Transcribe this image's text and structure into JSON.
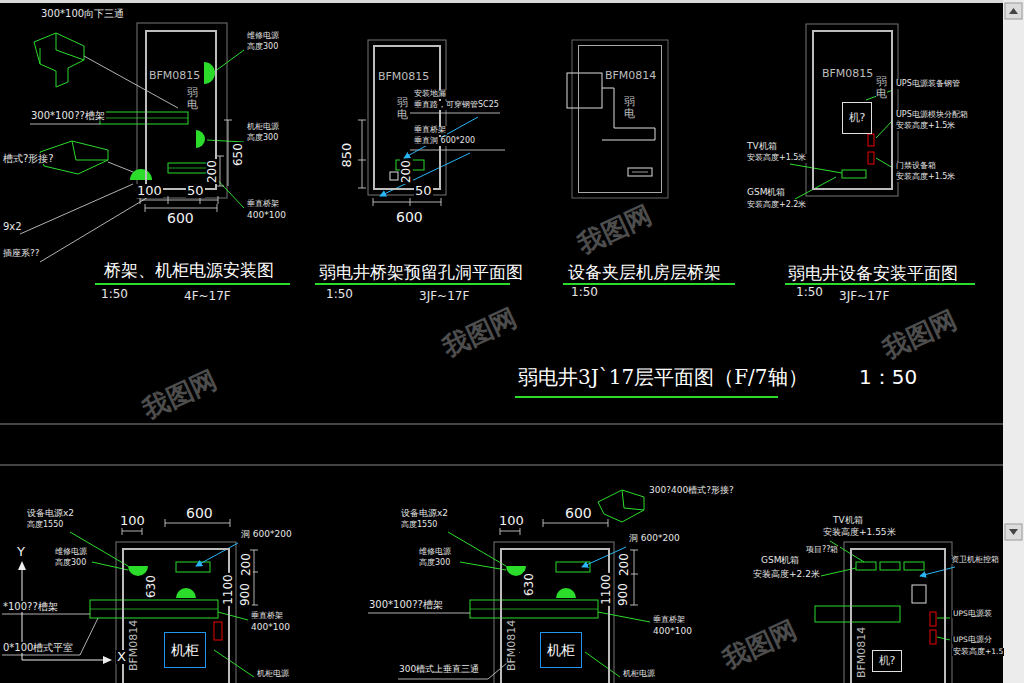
{
  "diagram": {
    "title": "弱电井3J`17层平面图（F/7轴）",
    "nodes": [
      {
        "text": [
          "BFM0815",
          "弱电"
        ]
      },
      {
        "text": [
          "BFM0815",
          "弱电"
        ]
      },
      {
        "text": [
          "BFM0814",
          "弱电"
        ]
      },
      {
        "text": [
          "BFM0815",
          "弱电"
        ]
      },
      {
        "text": [
          "机?"
        ],
        "in": 3
      },
      {
        "text": [
          "BFM0814"
        ]
      },
      {
        "text": [
          "机柜"
        ],
        "in": 5
      },
      {
        "text": [
          "BFM0814"
        ]
      },
      {
        "text": [
          "机柜"
        ],
        "in": 7
      },
      {
        "text": [
          "BFM0814"
        ]
      },
      {
        "text": [
          "机?"
        ],
        "in": 9
      }
    ],
    "labels": [
      "300*100向下三通",
      "维修电源",
      "高度300",
      "300*100??槽架",
      "机柜电源",
      "高度300",
      "槽式?形接?",
      "200",
      "650",
      "100",
      "50",
      "600",
      "垂直桥架",
      "400*100",
      "9x2",
      "插座系??",
      "桥架、机柜电源安装图",
      "1:50",
      "4F~17F",
      "安装地漏",
      "垂直路，可穿钢管SC25",
      "垂直桥架",
      "垂直洞 600*200",
      "850",
      "200",
      "50",
      "600",
      "弱电井桥架预留孔洞平面图",
      "1:50",
      "3JF~17F",
      "设备夹层机房层桥架",
      "1:50",
      "UPS电源装备钢管",
      "UPS电源模块分配箱",
      "安装高度+1.5米",
      "TV机箱",
      "安装高度+1.5米",
      "门禁设备箱",
      "安装高度+1.5米",
      "GSM机箱",
      "安装高度+2.2米",
      "弱电井设备安装平面图",
      "1:50",
      "3JF~17F",
      "1：50",
      "设备电源x2",
      "高度1550",
      "100",
      "600",
      "维修电源",
      "高度300",
      "洞 600*200",
      "630",
      "200",
      "900",
      "1100",
      "*100??槽架",
      "垂直桥架",
      "400*100",
      "Y",
      "X",
      "0*100槽式平室",
      "机柜电源",
      "设备电源x2",
      "高度1550",
      "100",
      "600",
      "300?400槽式?形接?",
      "维修电源",
      "高度300",
      "洞 600*200",
      "630",
      "200",
      "900",
      "1100",
      "300*100??槽架",
      "垂直桥架",
      "400*100",
      "300槽式上垂直三通",
      "机柜电源",
      "TV机箱",
      "安装高度+1.55米",
      "GSM机箱",
      "项目??箱",
      "安装高度+2.2米",
      "资卫机柜控箱",
      "UPS电源装",
      "UPS电源分",
      "安装高度+1.5",
      "我图网",
      "我图网",
      "我图网",
      "我图网",
      "我图网"
    ]
  }
}
